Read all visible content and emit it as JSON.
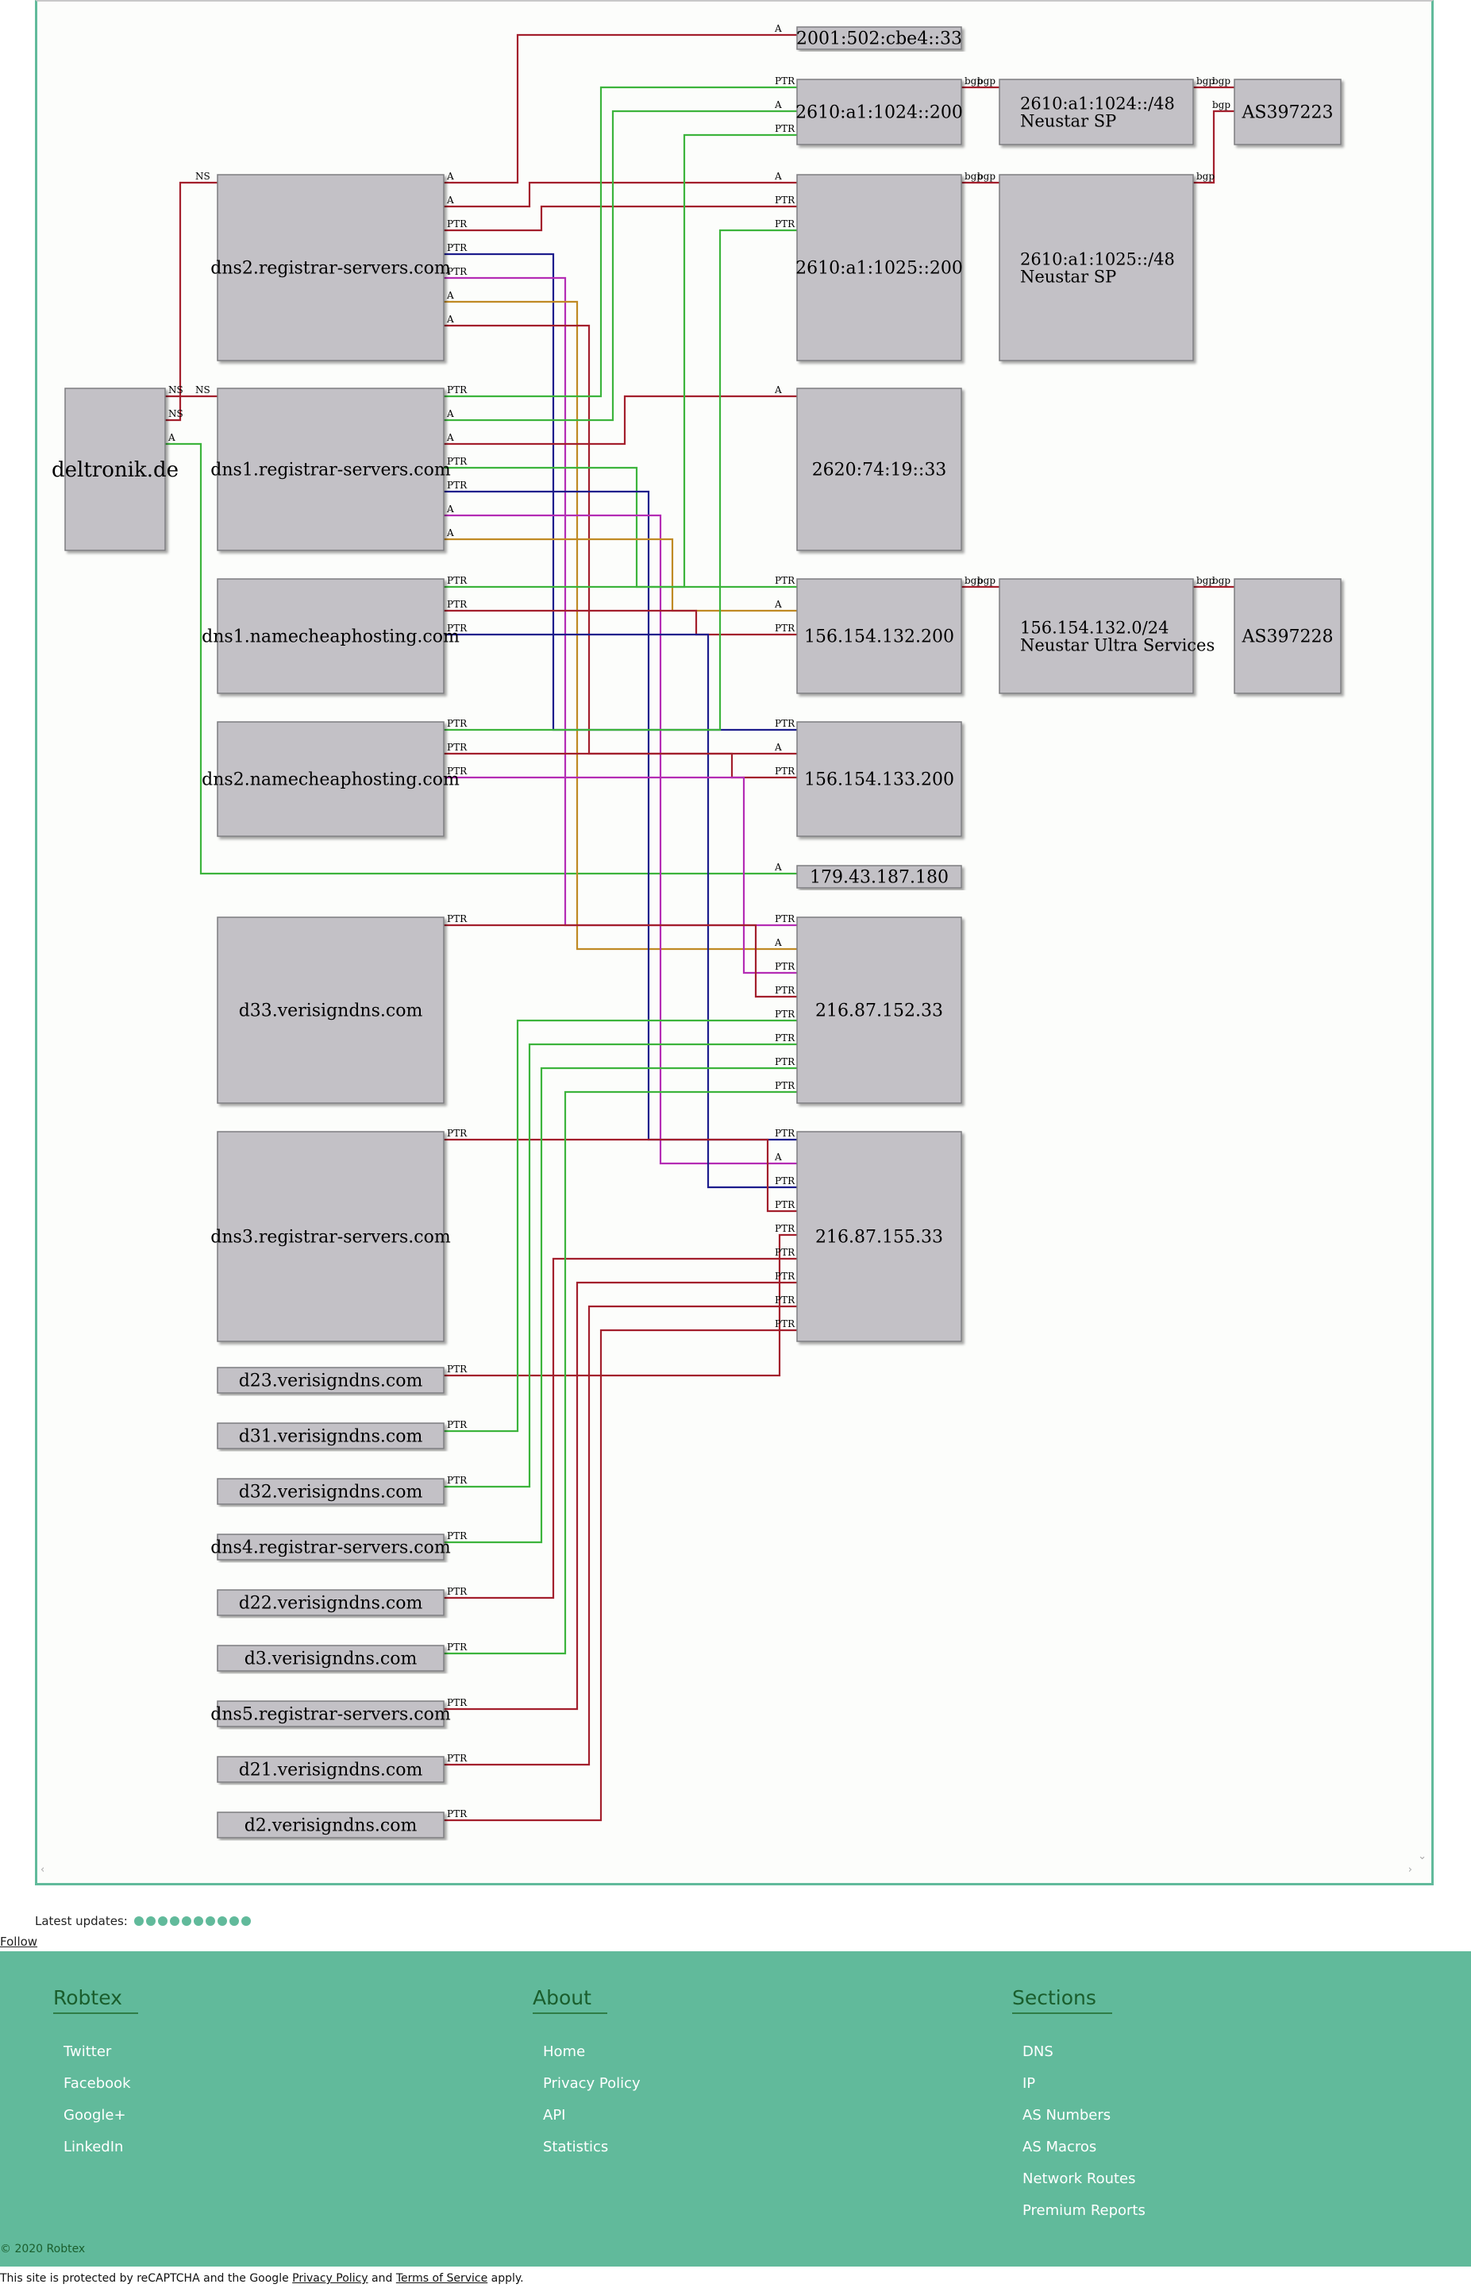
{
  "graph": {
    "nodes": [
      {
        "id": "deltronik",
        "text": [
          "deltronik.de"
        ]
      },
      {
        "id": "dns2rs",
        "text": [
          "dns2.registrar-servers.com"
        ]
      },
      {
        "id": "dns1rs",
        "text": [
          "dns1.registrar-servers.com"
        ]
      },
      {
        "id": "dns1nc",
        "text": [
          "dns1.namecheaphosting.com"
        ]
      },
      {
        "id": "dns2nc",
        "text": [
          "dns2.namecheaphosting.com"
        ]
      },
      {
        "id": "d33",
        "text": [
          "d33.verisigndns.com"
        ]
      },
      {
        "id": "dns3rs",
        "text": [
          "dns3.registrar-servers.com"
        ]
      },
      {
        "id": "d23",
        "text": [
          "d23.verisigndns.com"
        ]
      },
      {
        "id": "d31",
        "text": [
          "d31.verisigndns.com"
        ]
      },
      {
        "id": "d32",
        "text": [
          "d32.verisigndns.com"
        ]
      },
      {
        "id": "dns4rs",
        "text": [
          "dns4.registrar-servers.com"
        ]
      },
      {
        "id": "d22",
        "text": [
          "d22.verisigndns.com"
        ]
      },
      {
        "id": "d3",
        "text": [
          "d3.verisigndns.com"
        ]
      },
      {
        "id": "dns5rs",
        "text": [
          "dns5.registrar-servers.com"
        ]
      },
      {
        "id": "d21",
        "text": [
          "d21.verisigndns.com"
        ]
      },
      {
        "id": "d2",
        "text": [
          "d2.verisigndns.com"
        ]
      },
      {
        "id": "ip6a",
        "text": [
          "2001:502:cbe4::33"
        ]
      },
      {
        "id": "ip6b",
        "text": [
          "2610:a1:1024::200"
        ]
      },
      {
        "id": "ip6c",
        "text": [
          "2610:a1:1025::200"
        ]
      },
      {
        "id": "ip6d",
        "text": [
          "2620:74:19::33"
        ]
      },
      {
        "id": "ip4a",
        "text": [
          "156.154.132.200"
        ]
      },
      {
        "id": "ip4b",
        "text": [
          "156.154.133.200"
        ]
      },
      {
        "id": "ip4c",
        "text": [
          "179.43.187.180"
        ]
      },
      {
        "id": "ip4d",
        "text": [
          "216.87.152.33"
        ]
      },
      {
        "id": "ip4e",
        "text": [
          "216.87.155.33"
        ]
      },
      {
        "id": "net1",
        "text": [
          "2610:a1:1024::/48",
          "Neustar SP"
        ]
      },
      {
        "id": "net2",
        "text": [
          "2610:a1:1025::/48",
          "Neustar SP"
        ]
      },
      {
        "id": "net3",
        "text": [
          "156.154.132.0/24",
          "Neustar Ultra Services"
        ]
      },
      {
        "id": "as1",
        "text": [
          "AS397223"
        ]
      },
      {
        "id": "as2",
        "text": [
          "AS397228"
        ]
      }
    ],
    "edges": [
      {
        "from": "deltronik",
        "to": "dns2rs",
        "label": "NS",
        "color": "#a31f2c"
      },
      {
        "from": "deltronik",
        "to": "dns1rs",
        "label": "NS",
        "color": "#a31f2c"
      },
      {
        "from": "deltronik",
        "to": "ip4c",
        "label": "A",
        "color": "#3cb43c"
      },
      {
        "from": "dns2rs",
        "to": "ip6a",
        "label": "A",
        "color": "#a31f2c"
      },
      {
        "from": "dns2rs",
        "to": "ip6c",
        "label": "A",
        "color": "#a31f2c"
      },
      {
        "from": "dns2rs",
        "to": "ip6c",
        "label": "PTR",
        "color": "#a31f2c"
      },
      {
        "from": "dns2rs",
        "to": "ip4b",
        "label": "PTR",
        "color": "#1c1c8c"
      },
      {
        "from": "dns2rs",
        "to": "ip4d",
        "label": "PTR",
        "color": "#b42cb4"
      },
      {
        "from": "dns2rs",
        "to": "ip4d",
        "label": "A",
        "color": "#c08a24"
      },
      {
        "from": "dns2rs",
        "to": "ip4b",
        "label": "A",
        "color": "#a31f2c"
      },
      {
        "from": "dns1rs",
        "to": "ip6b",
        "label": "PTR",
        "color": "#3cb43c"
      },
      {
        "from": "dns1rs",
        "to": "ip6b",
        "label": "A",
        "color": "#3cb43c"
      },
      {
        "from": "dns1rs",
        "to": "ip6d",
        "label": "A",
        "color": "#a31f2c"
      },
      {
        "from": "dns1rs",
        "to": "ip4a",
        "label": "PTR",
        "color": "#3cb43c"
      },
      {
        "from": "dns1rs",
        "to": "ip4e",
        "label": "PTR",
        "color": "#1c1c8c"
      },
      {
        "from": "dns1rs",
        "to": "ip4e",
        "label": "A",
        "color": "#b42cb4"
      },
      {
        "from": "dns1rs",
        "to": "ip4a",
        "label": "A",
        "color": "#c08a24"
      },
      {
        "from": "dns1nc",
        "to": "ip6b",
        "label": "PTR",
        "color": "#3cb43c"
      },
      {
        "from": "dns1nc",
        "to": "ip4a",
        "label": "PTR",
        "color": "#a31f2c"
      },
      {
        "from": "dns1nc",
        "to": "ip4e",
        "label": "PTR",
        "color": "#1c1c8c"
      },
      {
        "from": "dns2nc",
        "to": "ip6c",
        "label": "PTR",
        "color": "#3cb43c"
      },
      {
        "from": "dns2nc",
        "to": "ip4b",
        "label": "PTR",
        "color": "#a31f2c"
      },
      {
        "from": "dns2nc",
        "to": "ip4d",
        "label": "PTR",
        "color": "#b42cb4"
      },
      {
        "from": "d33",
        "to": "ip4d",
        "label": "PTR",
        "color": "#a31f2c"
      },
      {
        "from": "dns3rs",
        "to": "ip4e",
        "label": "PTR",
        "color": "#a31f2c"
      },
      {
        "from": "d23",
        "to": "ip4e",
        "label": "PTR",
        "color": "#a31f2c"
      },
      {
        "from": "d31",
        "to": "ip4d",
        "label": "PTR",
        "color": "#3cb43c"
      },
      {
        "from": "d32",
        "to": "ip4d",
        "label": "PTR",
        "color": "#3cb43c"
      },
      {
        "from": "dns4rs",
        "to": "ip4d",
        "label": "PTR",
        "color": "#3cb43c"
      },
      {
        "from": "d22",
        "to": "ip4e",
        "label": "PTR",
        "color": "#a31f2c"
      },
      {
        "from": "d3",
        "to": "ip4d",
        "label": "PTR",
        "color": "#3cb43c"
      },
      {
        "from": "dns5rs",
        "to": "ip4e",
        "label": "PTR",
        "color": "#a31f2c"
      },
      {
        "from": "d21",
        "to": "ip4e",
        "label": "PTR",
        "color": "#a31f2c"
      },
      {
        "from": "d2",
        "to": "ip4e",
        "label": "PTR",
        "color": "#a31f2c"
      },
      {
        "from": "ip6b",
        "to": "net1",
        "label": "bgp",
        "color": "#a31f2c"
      },
      {
        "from": "ip6c",
        "to": "net2",
        "label": "bgp",
        "color": "#a31f2c"
      },
      {
        "from": "ip4a",
        "to": "net3",
        "label": "bgp",
        "color": "#a31f2c"
      },
      {
        "from": "net1",
        "to": "as1",
        "label": "bgp",
        "color": "#a31f2c"
      },
      {
        "from": "net2",
        "to": "as1",
        "label": "bgp",
        "color": "#a31f2c"
      },
      {
        "from": "net3",
        "to": "as2",
        "label": "bgp",
        "color": "#a31f2c"
      }
    ]
  },
  "updates": {
    "label": "Latest updates:",
    "count": 10
  },
  "follow": "Follow",
  "footer": {
    "robtex": {
      "title": "Robtex",
      "items": [
        "Twitter",
        "Facebook",
        "Google+",
        "LinkedIn"
      ]
    },
    "about": {
      "title": "About",
      "items": [
        "Home",
        "Privacy Policy",
        "API",
        "Statistics"
      ]
    },
    "sections": {
      "title": "Sections",
      "items": [
        "DNS",
        "IP",
        "AS Numbers",
        "AS Macros",
        "Network Routes",
        "Premium Reports"
      ]
    },
    "copyright": "© 2020 Robtex"
  },
  "recaptcha": {
    "pre": "This site is protected by reCAPTCHA and the Google ",
    "privacy": "Privacy Policy",
    "mid": " and ",
    "terms": "Terms of Service",
    "post": " apply."
  }
}
